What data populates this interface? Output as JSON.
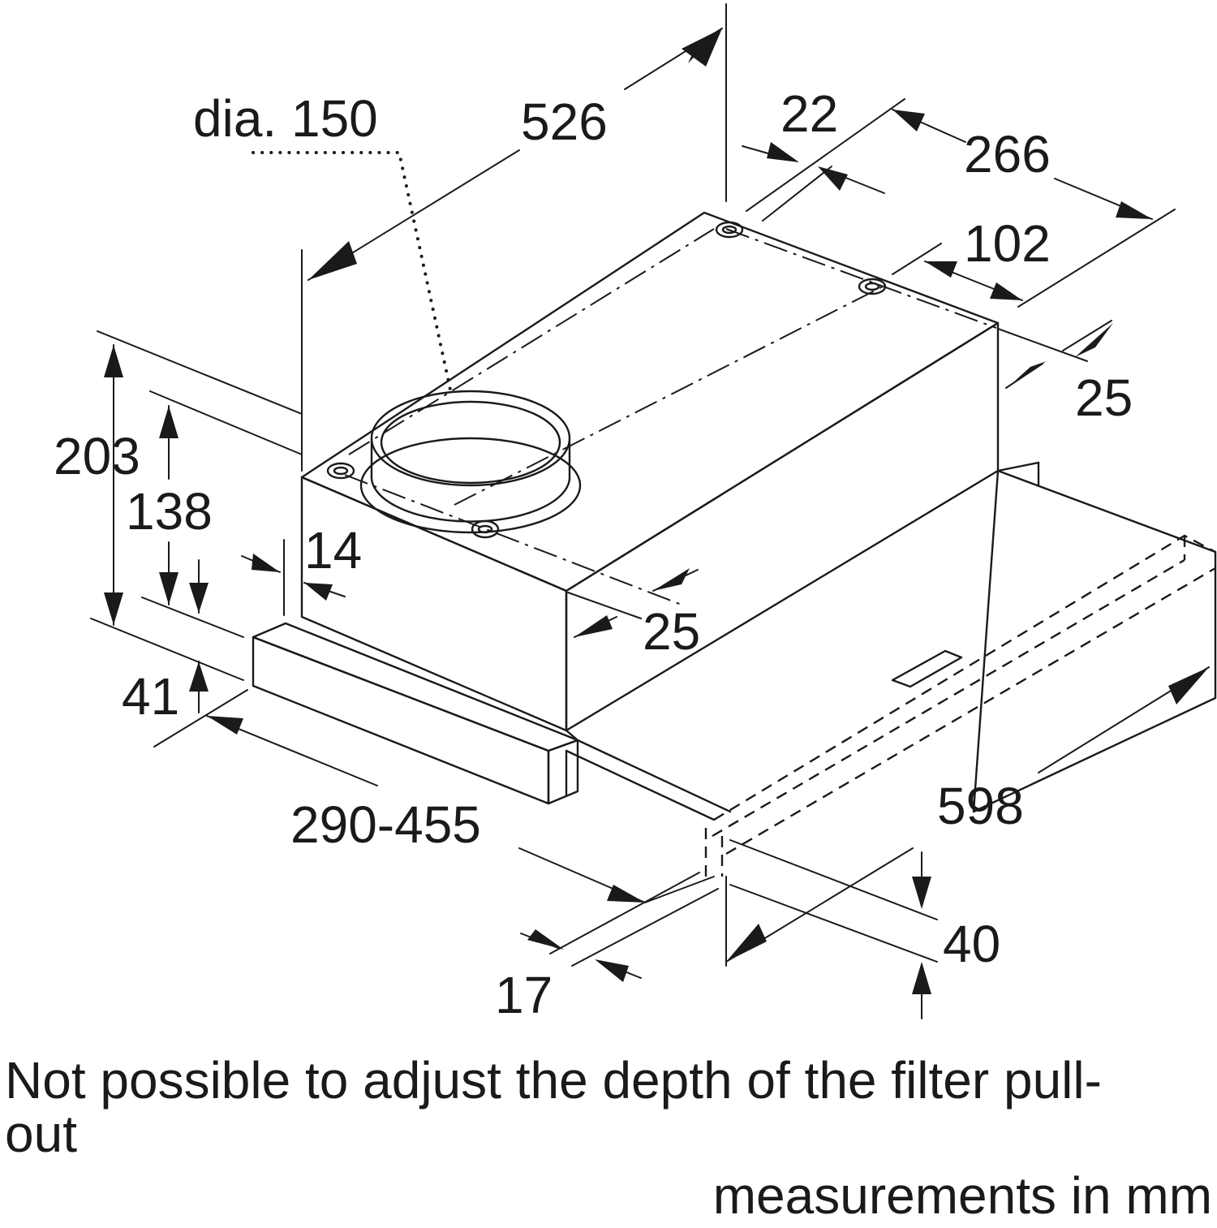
{
  "dimensions": {
    "duct_diameter": "dia. 150",
    "housing_depth": "526",
    "front_offset": "22",
    "rear_width": "266",
    "mount_spacing": "102",
    "rear_edge_gap": "25",
    "total_height": "203",
    "housing_height": "138",
    "side_gap": "14",
    "front_edge_gap": "25",
    "trim_height": "41",
    "pullout_depth": "290-455",
    "overall_width": "598",
    "panel_height": "40",
    "panel_thickness": "17"
  },
  "note": "Not possible to adjust the depth of the filter pull-out",
  "units_label": "measurements in mm"
}
